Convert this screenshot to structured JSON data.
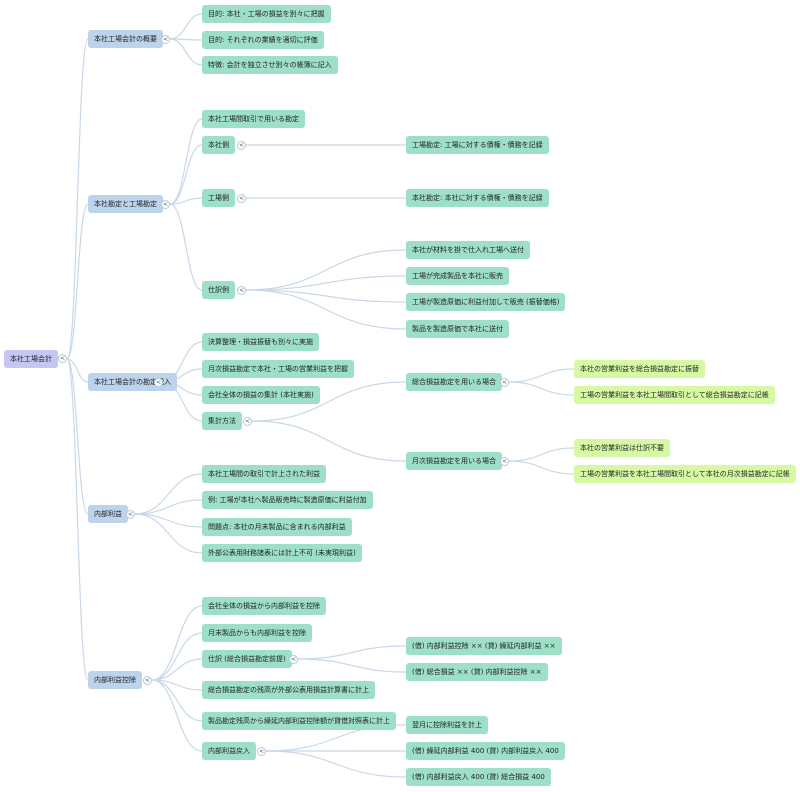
{
  "mindmap": {
    "toggle_glyph": "<",
    "root": "本社工場会計",
    "overview": {
      "label": "本社工場会計の概要",
      "items": [
        "目的: 本社・工場の損益を別々に把握",
        "目的: それぞれの業績を適切に評価",
        "特徴: 会計を独立させ別々の帳簿に記入"
      ]
    },
    "accounts": {
      "label": "本社勘定と工場勘定",
      "usage": "本社工場間取引で用いる勘定",
      "head_office": {
        "label": "本社側",
        "detail": "工場勘定: 工場に対する債権・債務を記録"
      },
      "factory": {
        "label": "工場側",
        "detail": "本社勘定: 本社に対する債権・債務を記録"
      },
      "journal": {
        "label": "仕訳例",
        "items": [
          "本社が材料を掛で仕入れ工場へ送付",
          "工場が完成製品を本社に販売",
          "工場が製造原価に利益付加して販売 (振替価格)",
          "製品を製造原価で本社に送付"
        ]
      }
    },
    "settlement": {
      "label": "本社工場会計の勘定記入",
      "items": [
        "決算整理・損益振替も別々に実施",
        "月次損益勘定で本社・工場の営業利益を把握",
        "会社全体の損益の集計 (本社実施)"
      ],
      "method": {
        "label": "集計方法",
        "general": {
          "label": "総合損益勘定を用いる場合",
          "items": [
            "本社の営業利益を総合損益勘定に振替",
            "工場の営業利益を本社工場間取引として総合損益勘定に記帳"
          ]
        },
        "monthly": {
          "label": "月次損益勘定を用いる場合",
          "items": [
            "本社の営業利益は仕訳不要",
            "工場の営業利益を本社工場間取引として本社の月次損益勘定に記帳"
          ]
        }
      }
    },
    "internal_profit": {
      "label": "内部利益",
      "items": [
        "本社工場間の取引で計上された利益",
        "例: 工場が本社へ製品販売時に製造原価に利益付加",
        "問題点: 本社の月末製品に含まれる内部利益",
        "外部公表用財務諸表には計上不可 (未実現利益)"
      ]
    },
    "deduction": {
      "label": "内部利益控除",
      "item1": "会社全体の損益から内部利益を控除",
      "item2": "月末製品からも内部利益を控除",
      "journal": {
        "label": "仕訳 (総合損益勘定前提)",
        "items": [
          "(借) 内部利益控除 ×× (貸) 繰延内部利益 ××",
          "(借) 総合損益 ×× (貸) 内部利益控除 ××"
        ]
      },
      "item3": "総合損益勘定の残高が外部公表用損益計算書に計上",
      "item4": "製品勘定残高から繰延内部利益控除額が貸借対照表に計上",
      "reversal": {
        "label": "内部利益戻入",
        "items": [
          "翌月に控除利益を計上",
          "(借) 繰延内部利益 400 (貸) 内部利益戻入 400",
          "(借) 内部利益戻入 400 (貸) 総合損益 400"
        ]
      }
    }
  }
}
